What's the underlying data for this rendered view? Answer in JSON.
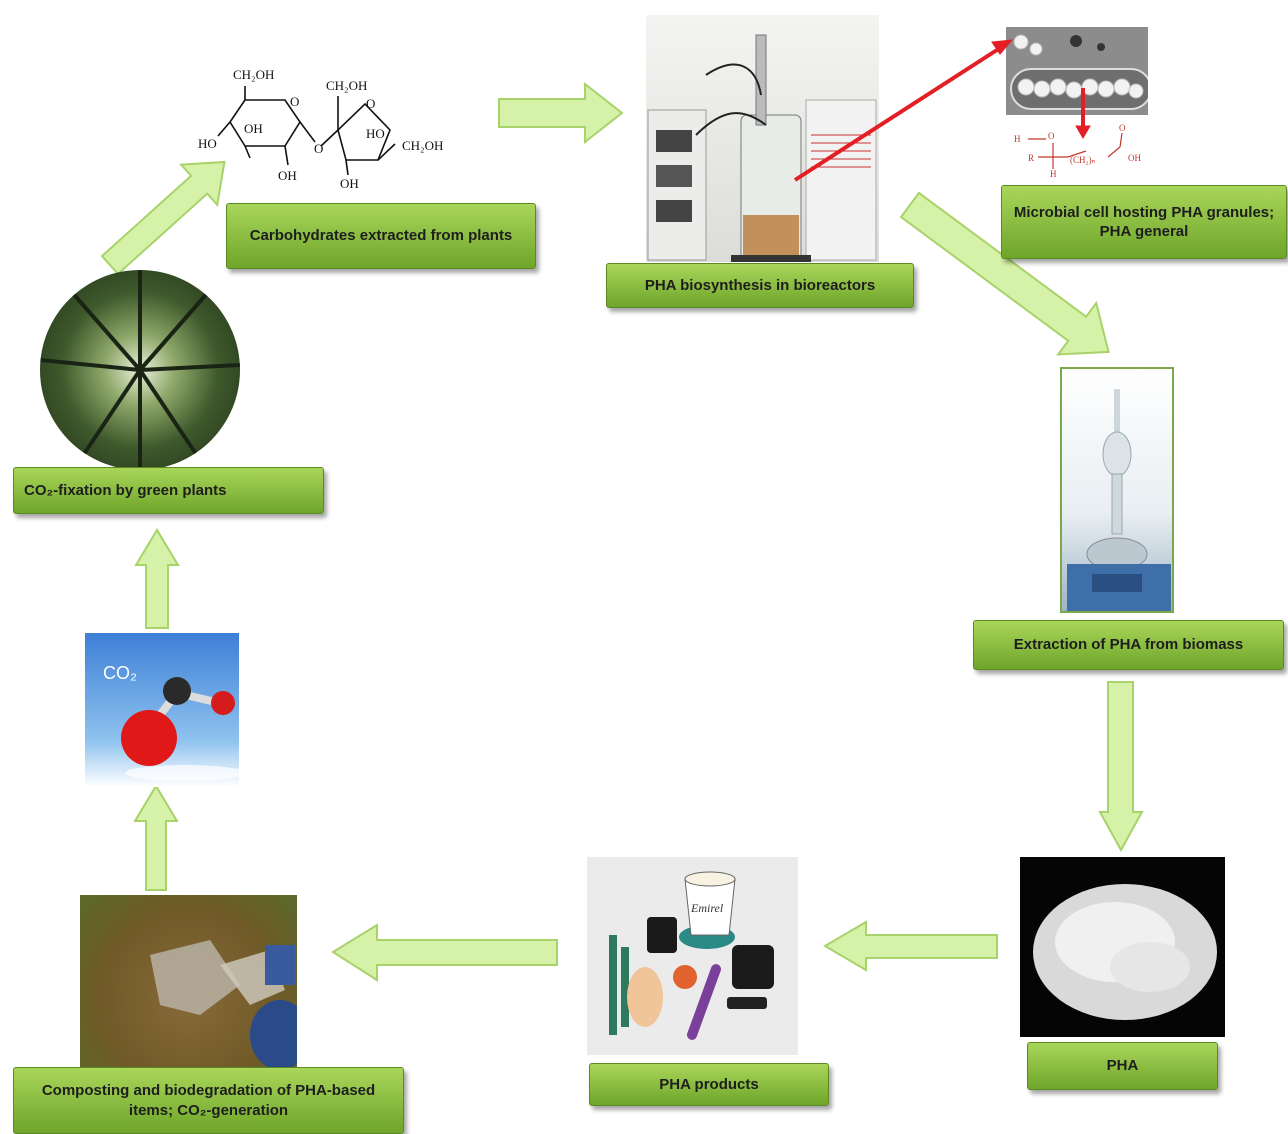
{
  "labels": {
    "carbohydrates": "Carbohydrates extracted from plants",
    "biosynthesis": "PHA biosynthesis in bioreactors",
    "microbial": "Microbial cell hosting PHA granules; PHA general",
    "extraction": "Extraction of PHA from biomass",
    "pha": "PHA",
    "products": "PHA products",
    "composting": "Composting and biodegradation of PHA-based items; CO₂-generation",
    "co2_fixation": "CO₂-fixation by green plants"
  },
  "sucrose": {
    "ch2oh_1": "CH₂OH",
    "ch2oh_2": "CH₂OH",
    "ch2oh_3": "CH₂OH",
    "oh_1": "OH",
    "oh_2": "OH",
    "oh_3": "OH",
    "ho_1": "HO",
    "ho_2": "HO",
    "o_1": "O",
    "o_2": "O",
    "o_3": "O"
  },
  "co2_picture_text": "CO₂",
  "cup_text": "Emirel",
  "colors": {
    "arrow_fill": "#d6f2a8",
    "arrow_stroke": "#a8d26a",
    "box_top": "#a9d65a",
    "box_bottom": "#6ea52a",
    "red_arrow": "#e31e24"
  }
}
